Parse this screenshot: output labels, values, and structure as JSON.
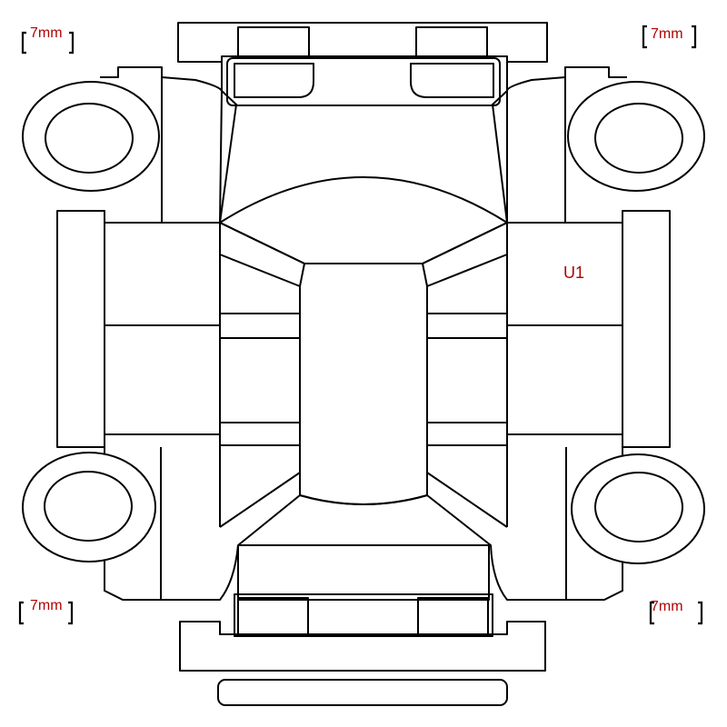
{
  "tire_labels": {
    "front_left": "7mm",
    "front_right": "7mm",
    "rear_left": "7mm",
    "rear_right": "7mm"
  },
  "damage_marks": [
    {
      "code": "U1"
    }
  ],
  "colors": {
    "outline": "#000000",
    "label": "#b00000",
    "background": "#ffffff"
  }
}
